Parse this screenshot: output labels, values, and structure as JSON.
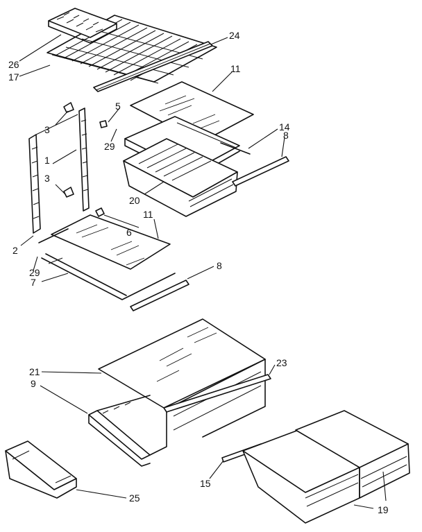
{
  "labels": {
    "l26": "26",
    "l17": "17",
    "l24": "24",
    "l11a": "11",
    "l5": "5",
    "l3a": "3",
    "l29a": "29",
    "l14": "14",
    "l8a": "8",
    "l1": "1",
    "l3b": "3",
    "l20": "20",
    "l11b": "11",
    "l6": "6",
    "l2": "2",
    "l29b": "29",
    "l7": "7",
    "l8b": "8",
    "l21": "21",
    "l23": "23",
    "l9": "9",
    "l15": "15",
    "l25": "25",
    "l19": "19"
  }
}
